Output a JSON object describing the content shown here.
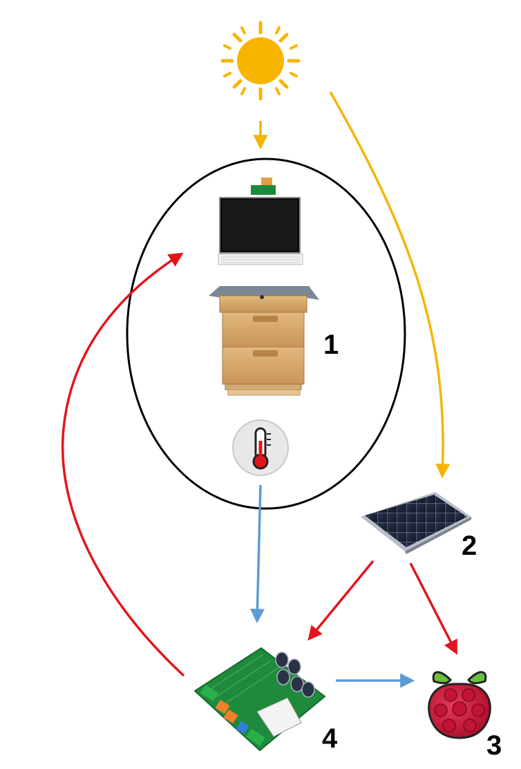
{
  "labels": {
    "hive": "1",
    "solar_panel": "2",
    "raspberry_pi": "3",
    "controller_board": "4"
  },
  "icons": {
    "sun": "sun-icon",
    "display": "display-panel-icon",
    "hive": "beehive-icon",
    "thermometer": "thermometer-icon",
    "solar_panel": "solar-panel-icon",
    "raspberry_pi": "raspberry-pi-icon",
    "controller_board": "circuit-board-icon"
  },
  "colors": {
    "sunlight_arrow": "#f5b400",
    "power_arrow": "#e3141c",
    "data_arrow": "#5b9bd5",
    "sun": "#f7b500",
    "enclosure_outline": "#000000"
  }
}
